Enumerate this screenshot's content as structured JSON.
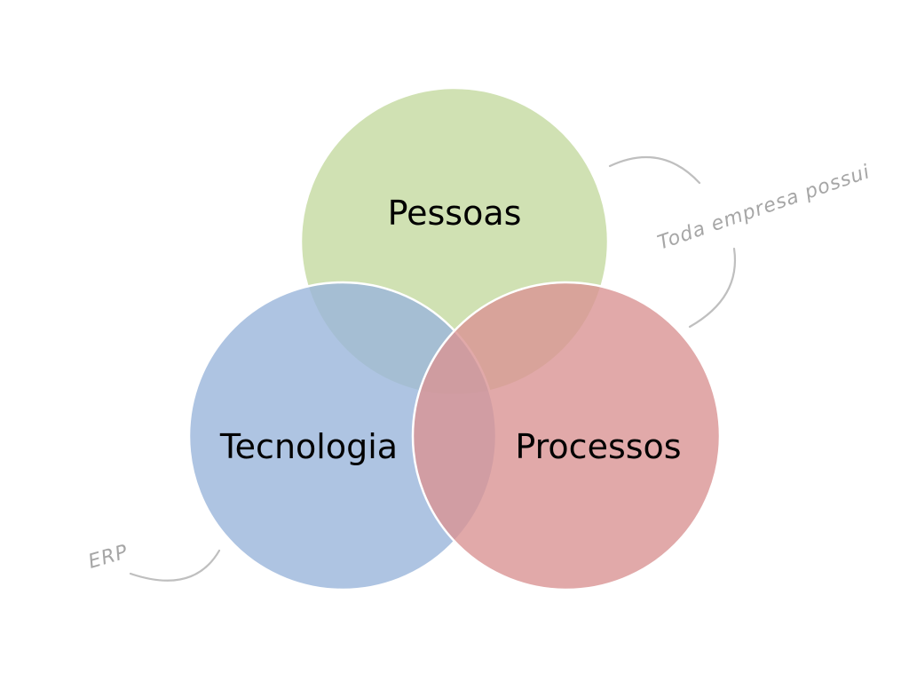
{
  "diagram": {
    "circles": [
      {
        "id": "pessoas",
        "label": "Pessoas",
        "color": "#c4d9a0"
      },
      {
        "id": "tecnologia",
        "label": "Tecnologia",
        "color": "#9ab5db"
      },
      {
        "id": "processos",
        "label": "Processos",
        "color": "#d99494"
      }
    ],
    "outline_color": "#ffffff"
  },
  "annotations": {
    "top_right": "Toda empresa possui",
    "bottom_left": "ERP"
  }
}
